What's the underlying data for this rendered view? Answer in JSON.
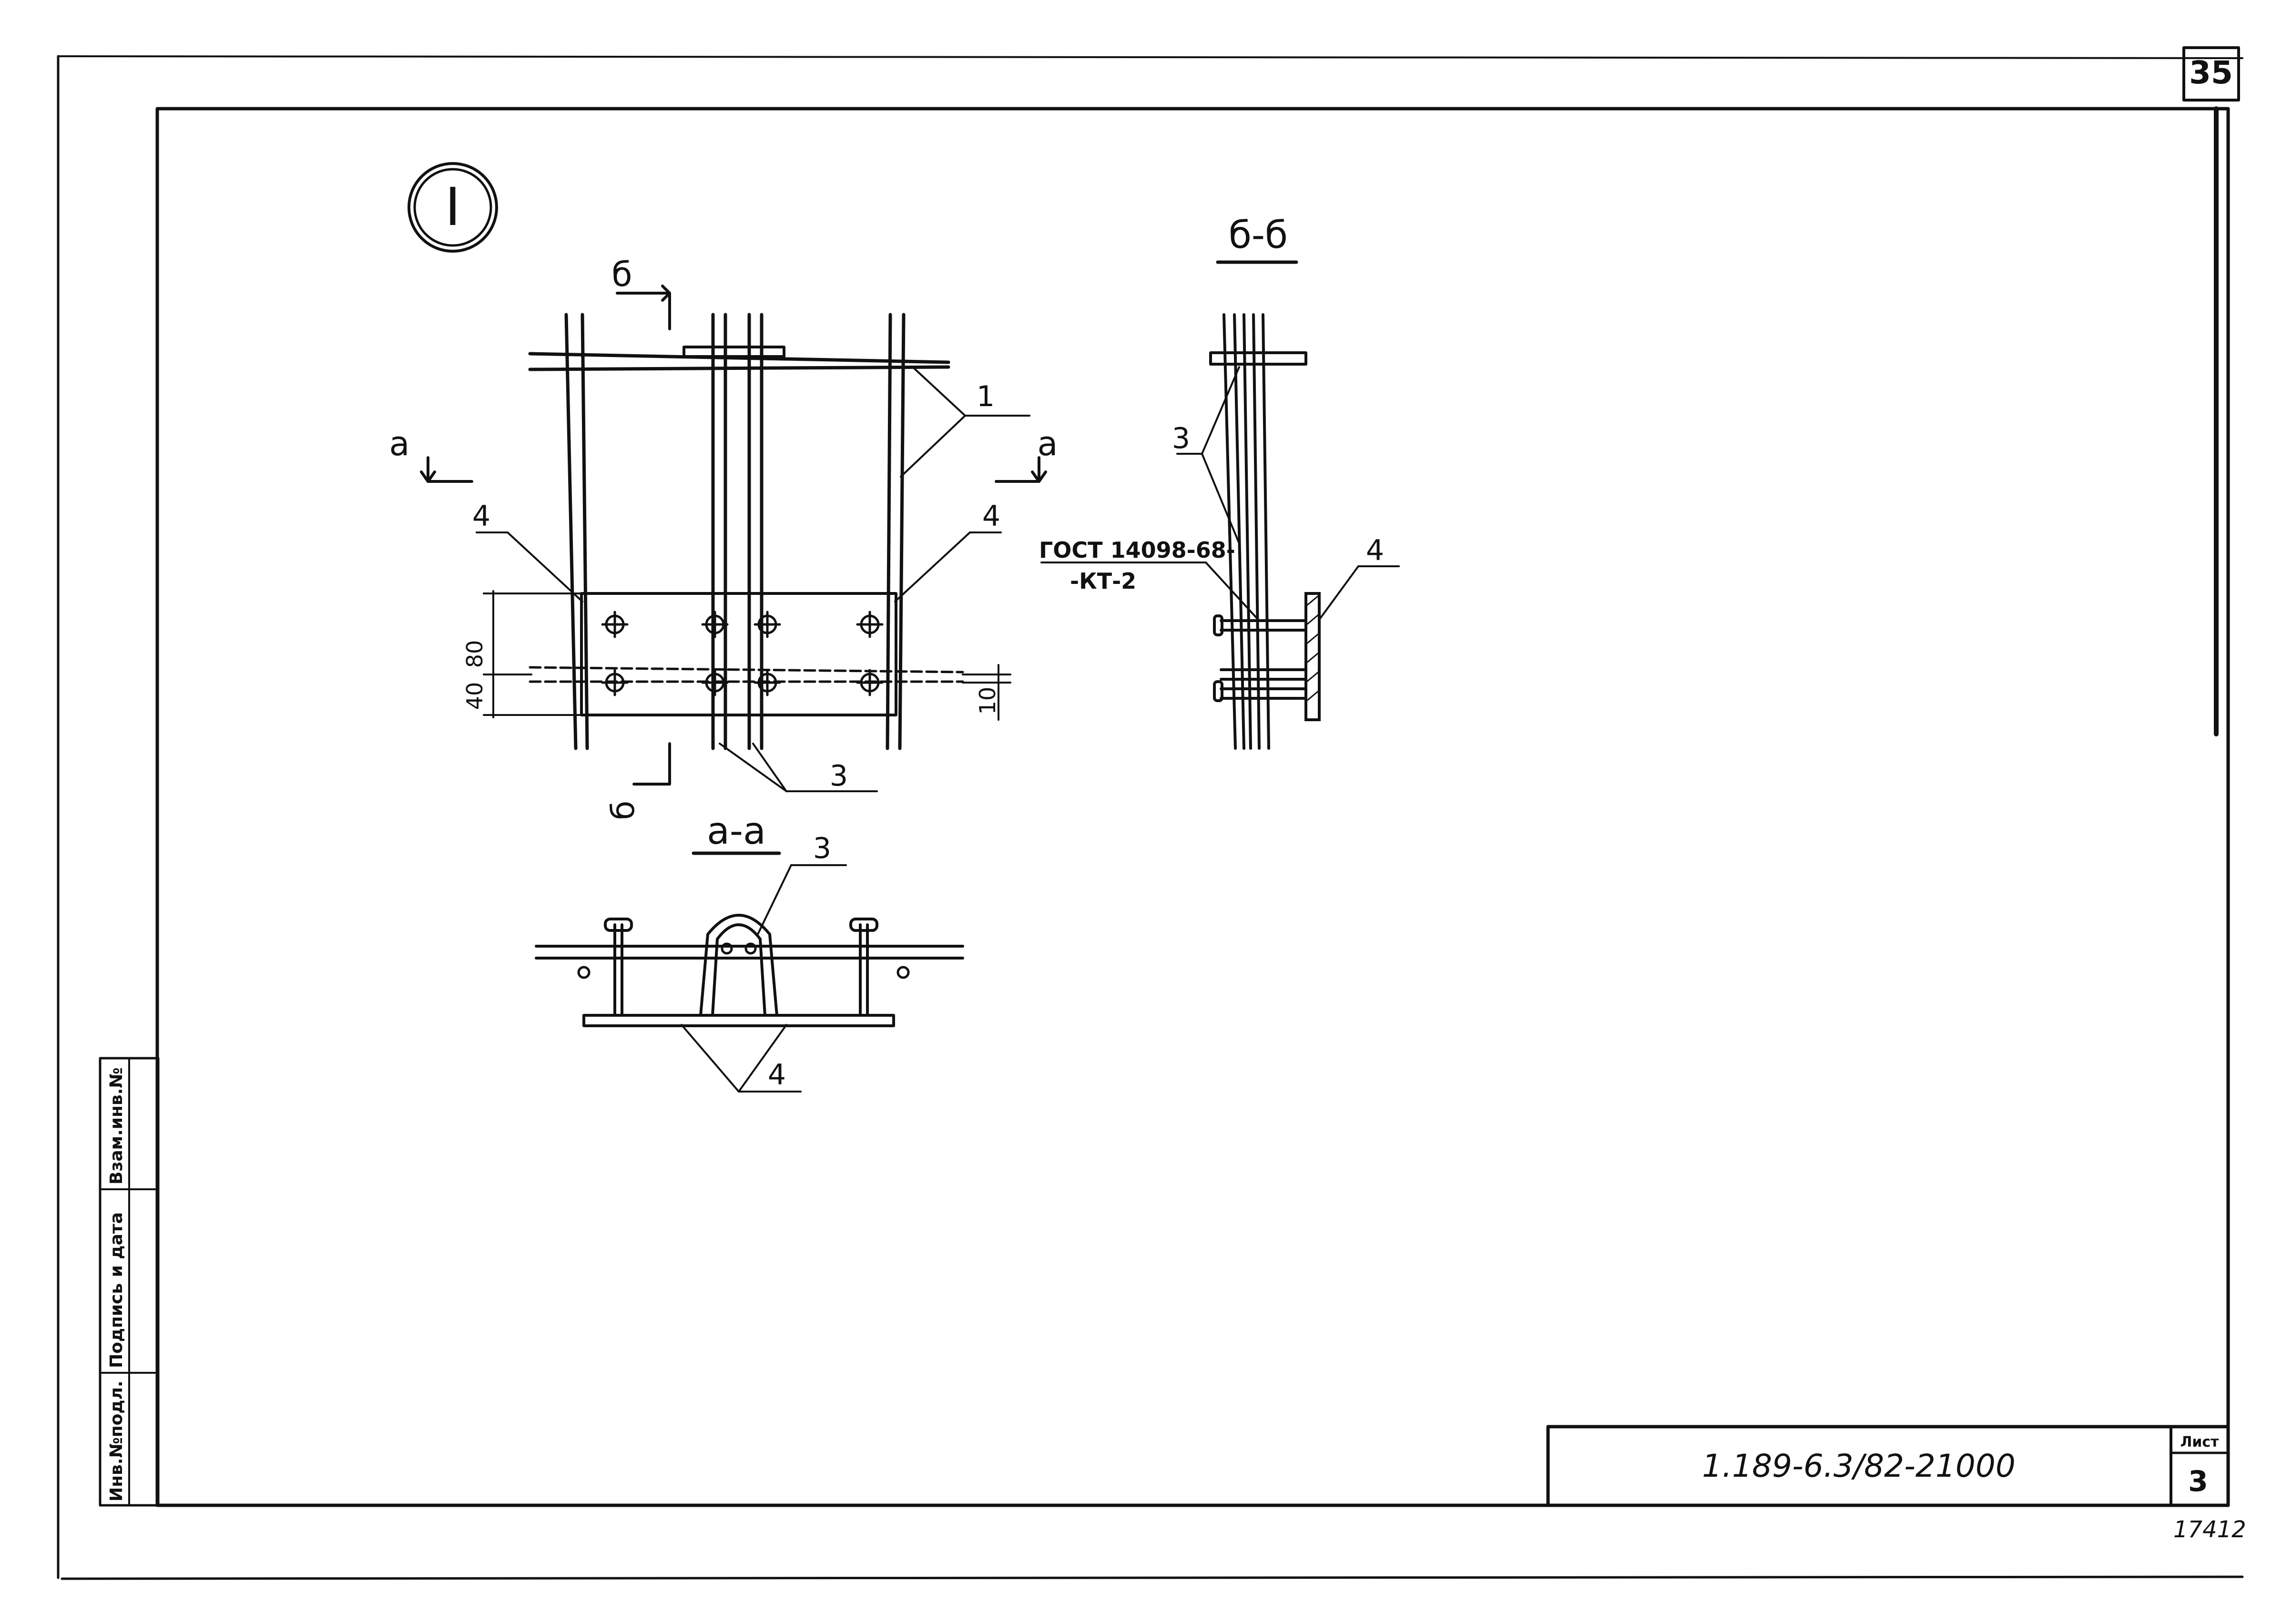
{
  "sheet": {
    "page_number": "35",
    "designation": "1.189-6.3/82-21000",
    "list_label": "Лист",
    "list_number": "3",
    "handwritten_note": "17412"
  },
  "side_stamp": {
    "inv_podl": "Инв.№подл.",
    "podpis_data": "Подпись и дата",
    "vzam_inv": "Взам.инв.№"
  },
  "drawing": {
    "node_marker": "I",
    "section_b_top": "б",
    "section_b_bottom": "б",
    "section_a_left": "а",
    "section_a_right": "а",
    "view_a_title": "а-а",
    "view_b_title": "б-б",
    "pos_1": "1",
    "pos_3_main": "3",
    "pos_4_left": "4",
    "pos_4_right": "4",
    "pos_3_aa": "3",
    "pos_4_aa": "4",
    "pos_3_bb": "3",
    "pos_4_bb": "4",
    "dim_80": "80",
    "dim_40": "40",
    "dim_10": "10",
    "gost_line1": "ГОСТ 14098-68-",
    "gost_line2": "-КТ-2"
  }
}
